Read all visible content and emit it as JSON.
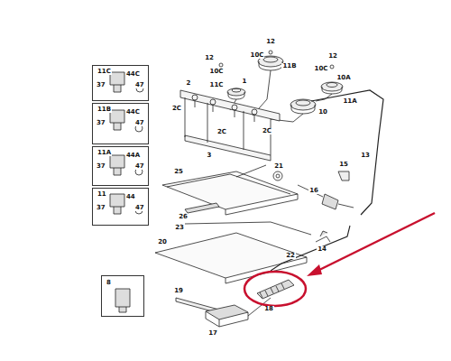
{
  "diagram": {
    "nodes": [
      {
        "text": [
          "11C",
          "44C",
          "37",
          "47"
        ]
      },
      {
        "text": [
          "11B",
          "44C",
          "37",
          "47"
        ]
      },
      {
        "text": [
          "11A",
          "44A",
          "37",
          "47"
        ]
      },
      {
        "text": [
          "11",
          "44",
          "37",
          "47"
        ]
      },
      {
        "text": [
          "8"
        ]
      }
    ],
    "labels": [
      "12",
      "10C",
      "11B",
      "12",
      "10C",
      "1",
      "12",
      "10C",
      "10A",
      "11C",
      "2",
      "11A",
      "2C",
      "10",
      "2C",
      "2C",
      "3",
      "13",
      "25",
      "21",
      "15",
      "26",
      "16",
      "23",
      "20",
      "22",
      "14",
      "19",
      "18",
      "17"
    ]
  }
}
